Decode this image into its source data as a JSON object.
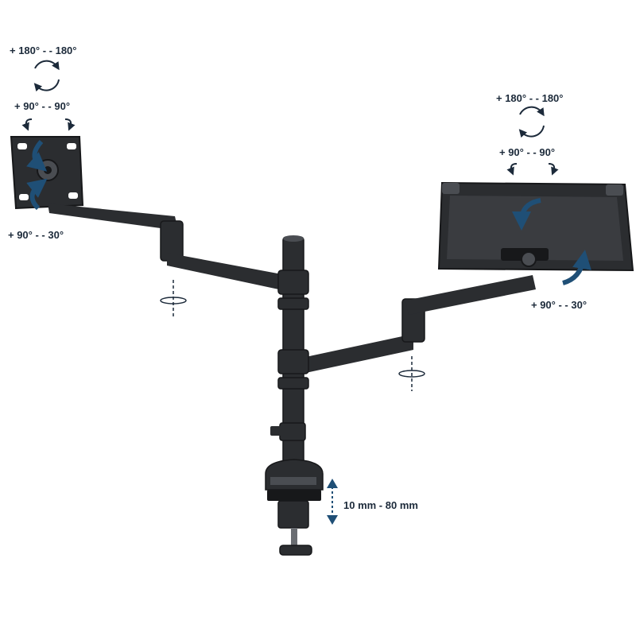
{
  "labels": {
    "left_rotation": "+ 180° - - 180°",
    "left_swivel": "+ 90° - - 90°",
    "left_tilt": "+ 90° - - 30°",
    "right_rotation": "+ 180° - - 180°",
    "right_swivel": "+ 90° - - 90°",
    "right_tilt": "+ 90° - - 30°",
    "clamp_range": "10 mm - 80 mm"
  },
  "colors": {
    "metal": "#2b2d30",
    "metal_dark": "#17181a",
    "metal_light": "#4a4d52",
    "arrow_blue": "#1f4f76",
    "annotation": "#1c2a3a"
  }
}
